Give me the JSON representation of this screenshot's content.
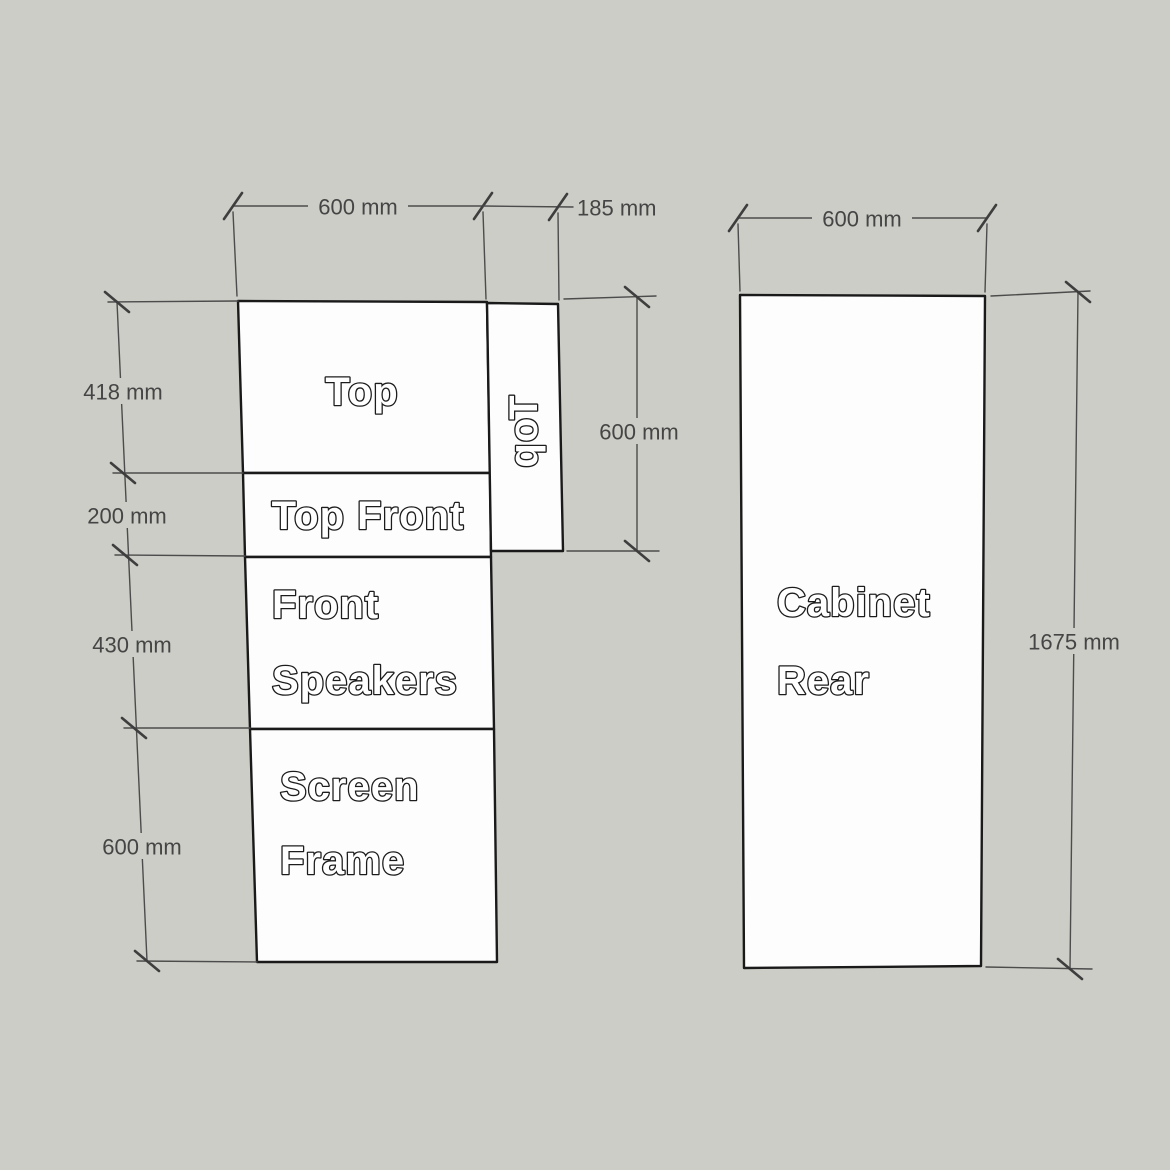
{
  "colors": {
    "background": "#cbcdc6",
    "panel_fill": "#fdfdfd",
    "panel_stroke": "#1a1a1a",
    "dimension": "#4c4c4c",
    "dim_text": "#454545"
  },
  "panels": {
    "top": {
      "label": "Top"
    },
    "top_side": {
      "label": "Top"
    },
    "top_front": {
      "label": "Top Front"
    },
    "front_speakers": {
      "line1": "Front",
      "line2": "Speakers"
    },
    "screen_frame": {
      "line1": "Screen",
      "line2": "Frame"
    },
    "cabinet_rear": {
      "line1": "Cabinet",
      "line2": "Rear"
    }
  },
  "dimensions": {
    "top_width": "600 mm",
    "top_side_width": "185 mm",
    "top_side_length": "600 mm",
    "top_height": "418 mm",
    "top_front_height": "200 mm",
    "front_speakers_height": "430 mm",
    "screen_frame_height": "600 mm",
    "cabinet_rear_width": "600 mm",
    "cabinet_rear_height": "1675 mm"
  }
}
